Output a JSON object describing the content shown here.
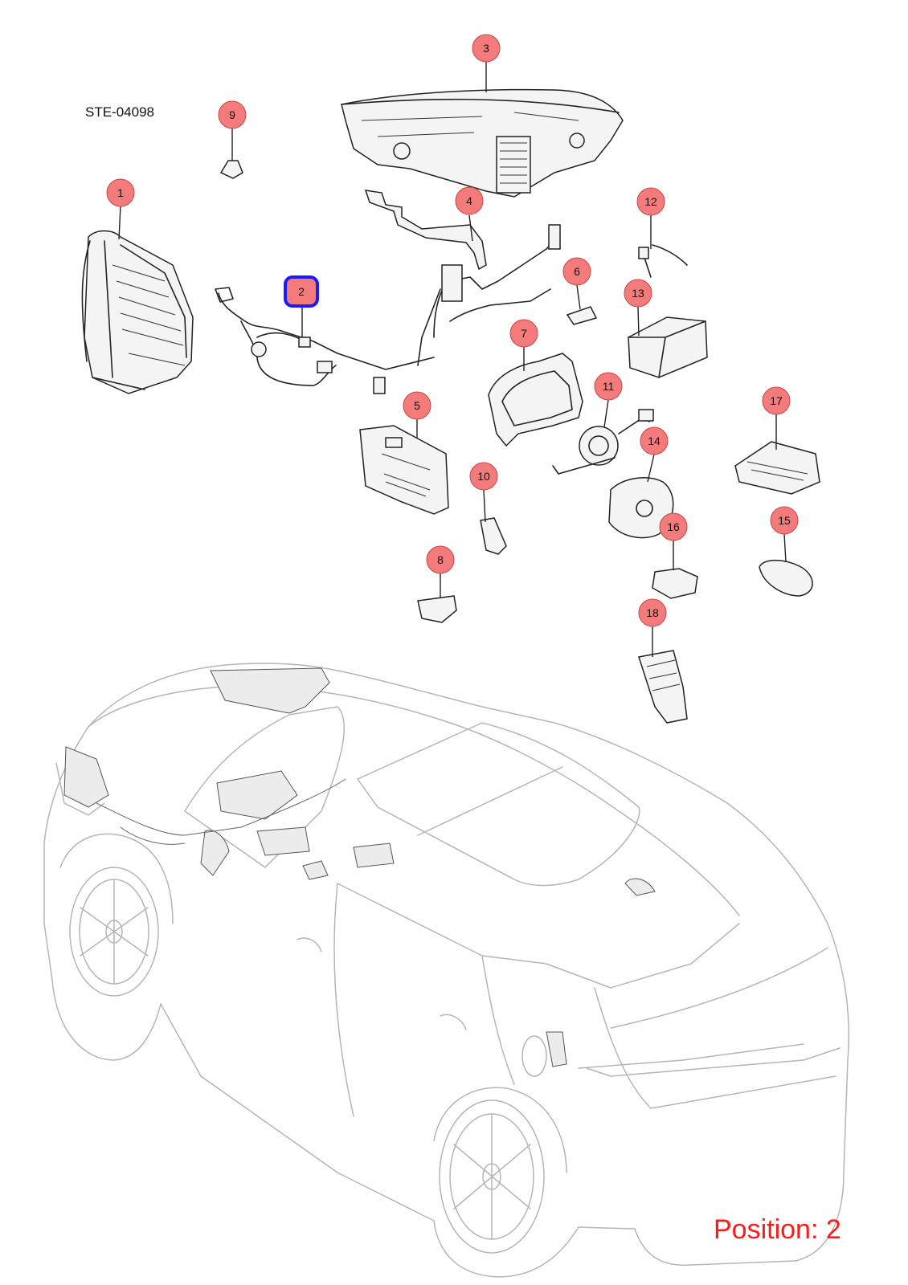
{
  "doc_id": "STE-04098",
  "position_text": "Position: 2",
  "selected_callout": "2",
  "colors": {
    "callout_fill": "#f47b7b",
    "callout_stroke": "#c44",
    "selected_stroke": "#1a1aff",
    "position_text": "#ff1a1a",
    "car_outline": "#b5b5b5"
  },
  "callouts": [
    {
      "id": "1",
      "label": "1"
    },
    {
      "id": "2",
      "label": "2"
    },
    {
      "id": "3",
      "label": "3"
    },
    {
      "id": "4",
      "label": "4"
    },
    {
      "id": "5",
      "label": "5"
    },
    {
      "id": "6",
      "label": "6"
    },
    {
      "id": "7",
      "label": "7"
    },
    {
      "id": "8",
      "label": "8"
    },
    {
      "id": "9",
      "label": "9"
    },
    {
      "id": "10",
      "label": "10"
    },
    {
      "id": "11",
      "label": "11"
    },
    {
      "id": "12",
      "label": "12"
    },
    {
      "id": "13",
      "label": "13"
    },
    {
      "id": "14",
      "label": "14"
    },
    {
      "id": "15",
      "label": "15"
    },
    {
      "id": "16",
      "label": "16"
    },
    {
      "id": "17",
      "label": "17"
    },
    {
      "id": "18",
      "label": "18"
    }
  ]
}
